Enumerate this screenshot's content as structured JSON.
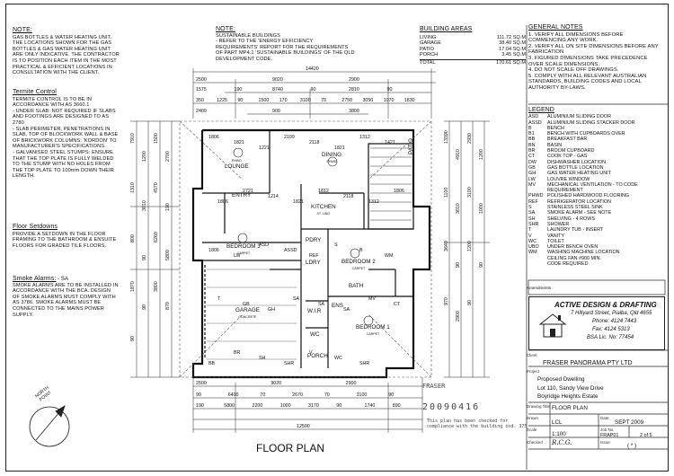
{
  "notes": {
    "gas": {
      "heading": "NOTE:",
      "text": "GAS BOTTLES & WATER HEATING UNIT.\nTHE LOCATIONS SHOWN FOR THE GAS BOTTLES & GAS WATER HEATING UNIT ARE ONLY INDICATIVE. THE CONTRACTOR IS TO POSITION EACH ITEM IN THE MOST PRACTICAL & EFFICIENT LOCATIONS IN CONSULTATION WITH THE CLIENT."
    },
    "sustainable": {
      "heading": "NOTE:",
      "text": "SUSTAINABLE BUILDINGS\n- REFER TO THE 'ENERGY EFFICIENCY REQUIREMENTS' REPORT FOR THE REQUIREMENTS OF PART MP4.1 'SUSTAINABLE BUILDINGS' OF THE QLD DEVELOPMENT CODE."
    },
    "termite": {
      "heading": "Termite Control",
      "text": "TERMITE CONTROL IS TO BE IN ACCORDANCE WITH AS 3660.1\n- UNDER SLAB: NOT REQUIRED IF SLABS AND FOOTINGS ARE DESIGNED TO AS 2780\n- SLAB PERIMETER, PENETRATIONS IN SLAB, TOP OF BLOCKWORK WALL & BASE OF BRICKWORK COLUMNS: 'KORDON' TO MANUFACTURER'S SPECIFICATIONS.\n- GALVANISED STEEL STUMPS: ENSURE THAT THE TOP PLATE IS FULLY WELDED TO THE STUMP WITH NO HOLES FROM THE TOP PLATE TO 100mm DOWN THEIR LENGTH."
    },
    "floor": {
      "heading": "Floor Setdowns",
      "text": "PROVIDE A SETDOWN IN THE FLOOR FRAMING TO THE BATHROOM & ENSUITE FLOORS FOR GRADED TILE FLOORS."
    },
    "smoke": {
      "heading": "Smoke Alarms:",
      "heading_suffix": "- SA",
      "text": "SMOKE ALARMS ARE TO BE INSTALLED IN ACCORDANCE WITH THE BCA. DESIGN OF SMOKE ALARMS MUST COMPLY WITH AS 3786. SMOKE ALARMS MUST BE CONNECTED TO THE MAINS POWER SUPPLY."
    },
    "general": {
      "heading": "GENERAL NOTES",
      "text": "1. VERIFY ALL DIMENSIONS BEFORE COMMENCING ANY WORK.\n2. VERIFY ALL ON SITE DIMENSIONS BEFORE ANY FABRICATION\n3. FIGURED DIMENSIONS TAKE PRECEDENCE OVER SCALE DIMENSIONS.\n4. DO NOT SCALE OFF DRAWINGS.\n5. COMPLY WITH ALL RELEVANT AUSTRALIAN STANDARDS, BUILDING CODES AND LOCAL AUTHORITY BY-LAWS."
    }
  },
  "building_areas": {
    "heading": "BUILDING AREAS",
    "rows": [
      {
        "label": "LIVING",
        "value": "111.72 SQ.M"
      },
      {
        "label": "GARAGE",
        "value": "38.40 SQ.M"
      },
      {
        "label": "PATIO",
        "value": "17.04 SQ.M"
      },
      {
        "label": "PORCH",
        "value": "3.45 SQ.M"
      }
    ],
    "total": {
      "label": "TOTAL",
      "value": "170.61 SQ.M"
    }
  },
  "legend": {
    "heading": "LEGEND",
    "items": [
      {
        "code": "ASD",
        "desc": "ALUMINIUM SLIDING DOOR"
      },
      {
        "code": "ASSD",
        "desc": "ALUMINIUM SLIDING STACKER DOOR"
      },
      {
        "code": "B",
        "desc": "BENCH"
      },
      {
        "code": "B1",
        "desc": "BENCH WITH CUPBOARDS OVER"
      },
      {
        "code": "BB",
        "desc": "BREAKFAST BAR"
      },
      {
        "code": "BN",
        "desc": "BASIN"
      },
      {
        "code": "BR",
        "desc": "BROOM CUPBOARD"
      },
      {
        "code": "CT",
        "desc": "COOK TOP - GAS"
      },
      {
        "code": "DW",
        "desc": "DISHWASHER LOCATION"
      },
      {
        "code": "GB",
        "desc": "GAS BOTTLE LOCATION"
      },
      {
        "code": "GH",
        "desc": "GAS WATER HEATING UNIT"
      },
      {
        "code": "LW",
        "desc": "LOUVRE WINDOW"
      },
      {
        "code": "MV",
        "desc": "MECHANICAL VENTILATION - TO CODE REQUIREMENT"
      },
      {
        "code": "PHWD",
        "desc": "POLISHED HARDWOOD FLOORING"
      },
      {
        "code": "REF",
        "desc": "REFRIGERATOR LOCATION"
      },
      {
        "code": "S",
        "desc": "STAINLESS STEEL SINK"
      },
      {
        "code": "SA",
        "desc": "SMOKE ALARM - SEE NOTE"
      },
      {
        "code": "SH",
        "desc": "SHELVING - 4 ROWS"
      },
      {
        "code": "SHR",
        "desc": "SHOWER"
      },
      {
        "code": "T",
        "desc": "LAUNDRY TUB - INSERT"
      },
      {
        "code": "V",
        "desc": "VANITY"
      },
      {
        "code": "WC",
        "desc": "TOILET"
      },
      {
        "code": "UBO",
        "desc": "UNDER BENCH OVEN"
      },
      {
        "code": "WM",
        "desc": "WASHING MACHINE LOCATION"
      },
      {
        "code": "",
        "desc": "CEILING FAN #900 MIN."
      },
      {
        "code": "",
        "desc": "CODE REQUIRED"
      }
    ]
  },
  "title_block": {
    "amendments": "Amendments",
    "firm_name": "ACTIVE DESIGN & DRAFTING",
    "firm_address": "7 Hillyard Street, Pialba, Qld 4655",
    "phone": "Phone: 4124 7443",
    "fax": "Fax: 4124 5313",
    "bsa": "BSA Lic. No: 77454",
    "client_label": "Client",
    "client": "FRASER PANORAMA PTY LTD",
    "project_label": "Project",
    "project_lines": [
      "Proposed Dwelling",
      "Lot 110, Sandy View Drive",
      "Boyridge Heights Estate"
    ],
    "drawing_title_label": "Drawing Title",
    "drawing_title": "FLOOR PLAN",
    "drawn_label": "Drawn",
    "drawn": "LCL",
    "date_label": "Date",
    "date": "SEPT 2009",
    "scale_label": "Scale",
    "scale": "1:100",
    "job_label": "Job No.",
    "job_no": "FRAP01",
    "sheet": "2 of 5",
    "checked_label": "Checked",
    "checked": "R.C.G.",
    "issue_label": "Issue",
    "issue": "( * )"
  },
  "plan": {
    "title": "FLOOR PLAN",
    "north": "NORTH\nPOINT",
    "stamp_top": "FRASER",
    "stamp_date": "20090416",
    "stamp_lines": [
      "This plan has been checked for",
      "compliance with the building cod. 375"
    ],
    "rooms": [
      {
        "name": "LOUNGE",
        "floor": "PHWD"
      },
      {
        "name": "DINING",
        "floor": "PHWD"
      },
      {
        "name": "PATIO",
        "floor": ""
      },
      {
        "name": "KITCHEN",
        "floor": "ST. LINO"
      },
      {
        "name": "ENTRY",
        "floor": ""
      },
      {
        "name": "BEDROOM 3",
        "floor": "CARPET"
      },
      {
        "name": "PDRY",
        "floor": ""
      },
      {
        "name": "LDRY",
        "floor": ""
      },
      {
        "name": "BEDROOM 2",
        "floor": "CARPET"
      },
      {
        "name": "BATH",
        "floor": ""
      },
      {
        "name": "GARAGE",
        "floor": "CONCRETE"
      },
      {
        "name": "BEDROOM 1",
        "floor": "CARPET"
      },
      {
        "name": "W.I.R",
        "floor": ""
      },
      {
        "name": "ENS",
        "floor": ""
      },
      {
        "name": "WC",
        "floor": ""
      },
      {
        "name": "PORCH",
        "floor": ""
      }
    ],
    "dims_top": [
      "14420",
      "2500",
      "9020",
      "2900",
      "1575",
      "190",
      "8740",
      "90",
      "2810",
      "90",
      "350",
      "1225",
      "90",
      "1500",
      "170",
      "3100",
      "70",
      "2750",
      "3050",
      "1070",
      "1830",
      "2409",
      "900",
      "3800"
    ],
    "dims_bottom": [
      "2500",
      "9020",
      "2900",
      "90",
      "6400",
      "70",
      "2670",
      "70",
      "3100",
      "90",
      "190",
      "5800",
      "2200",
      "1000",
      "3170",
      "90",
      "1740",
      "890",
      "12590"
    ],
    "dims_left": [
      "7910",
      "1200",
      "1500",
      "2700",
      "1310",
      "3010",
      "4570",
      "190",
      "800",
      "90",
      "6260",
      "5800",
      "1870",
      "90",
      "3800",
      "870",
      "90"
    ],
    "dims_right": [
      "13390",
      "4910",
      "2930",
      "1200",
      "1100",
      "3010",
      "3100",
      "1000",
      "3640",
      "90",
      "1200",
      "90",
      "970",
      "2900",
      "90"
    ],
    "small_labels": [
      "1806",
      "1821",
      "1221",
      "2109",
      "2118",
      "1821",
      "1312",
      "1421",
      "1806",
      "2721",
      "1214",
      "1821",
      "1812",
      "2118",
      "1312",
      "1806",
      "1806",
      "LW",
      "ASD",
      "ASSD",
      "REF",
      "S",
      "B",
      "WM",
      "T",
      "GB",
      "GH",
      "SA",
      "SA",
      "SA",
      "MV",
      "CT",
      "BB",
      "BR",
      "SH",
      "SHR",
      "V",
      "WC",
      "SHR"
    ]
  }
}
